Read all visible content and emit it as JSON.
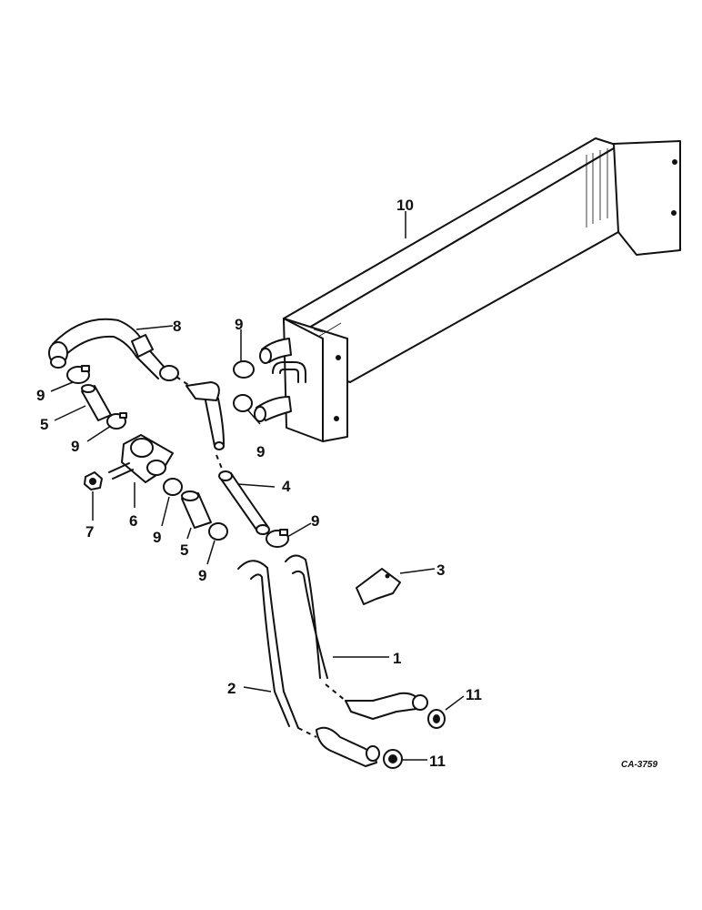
{
  "callouts": {
    "c1": "1",
    "c2": "2",
    "c3": "3",
    "c4": "4",
    "c5a": "5",
    "c5b": "5",
    "c6": "6",
    "c7": "7",
    "c8": "8",
    "c9a": "9",
    "c9b": "9",
    "c9c": "9",
    "c9d": "9",
    "c9e": "9",
    "c9f": "9",
    "c9g": "9",
    "c10": "10",
    "c11a": "11",
    "c11b": "11"
  },
  "figure_code": "CA-3759"
}
